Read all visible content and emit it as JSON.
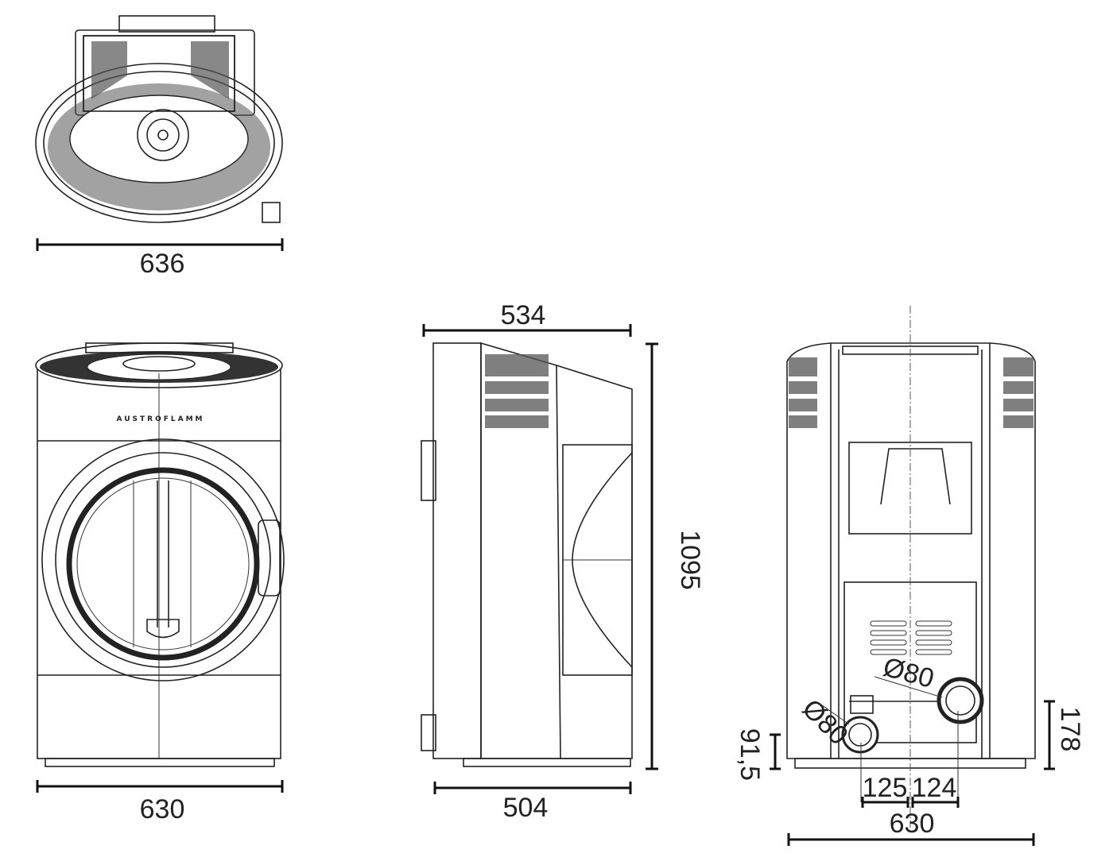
{
  "title": "Stove dimension drawing",
  "brand": "AUSTROFLAMM",
  "top_view": {
    "width": "636"
  },
  "front_view": {
    "width": "630"
  },
  "side_view": {
    "top_depth": "534",
    "bottom_depth": "504",
    "height": "1095"
  },
  "back_view": {
    "width": "630",
    "left_offset": "125",
    "right_offset": "124",
    "outlet_height": "178",
    "inlet_height": "91,5",
    "outlet_diameter": "Ø80",
    "inlet_diameter": "Ø80"
  }
}
